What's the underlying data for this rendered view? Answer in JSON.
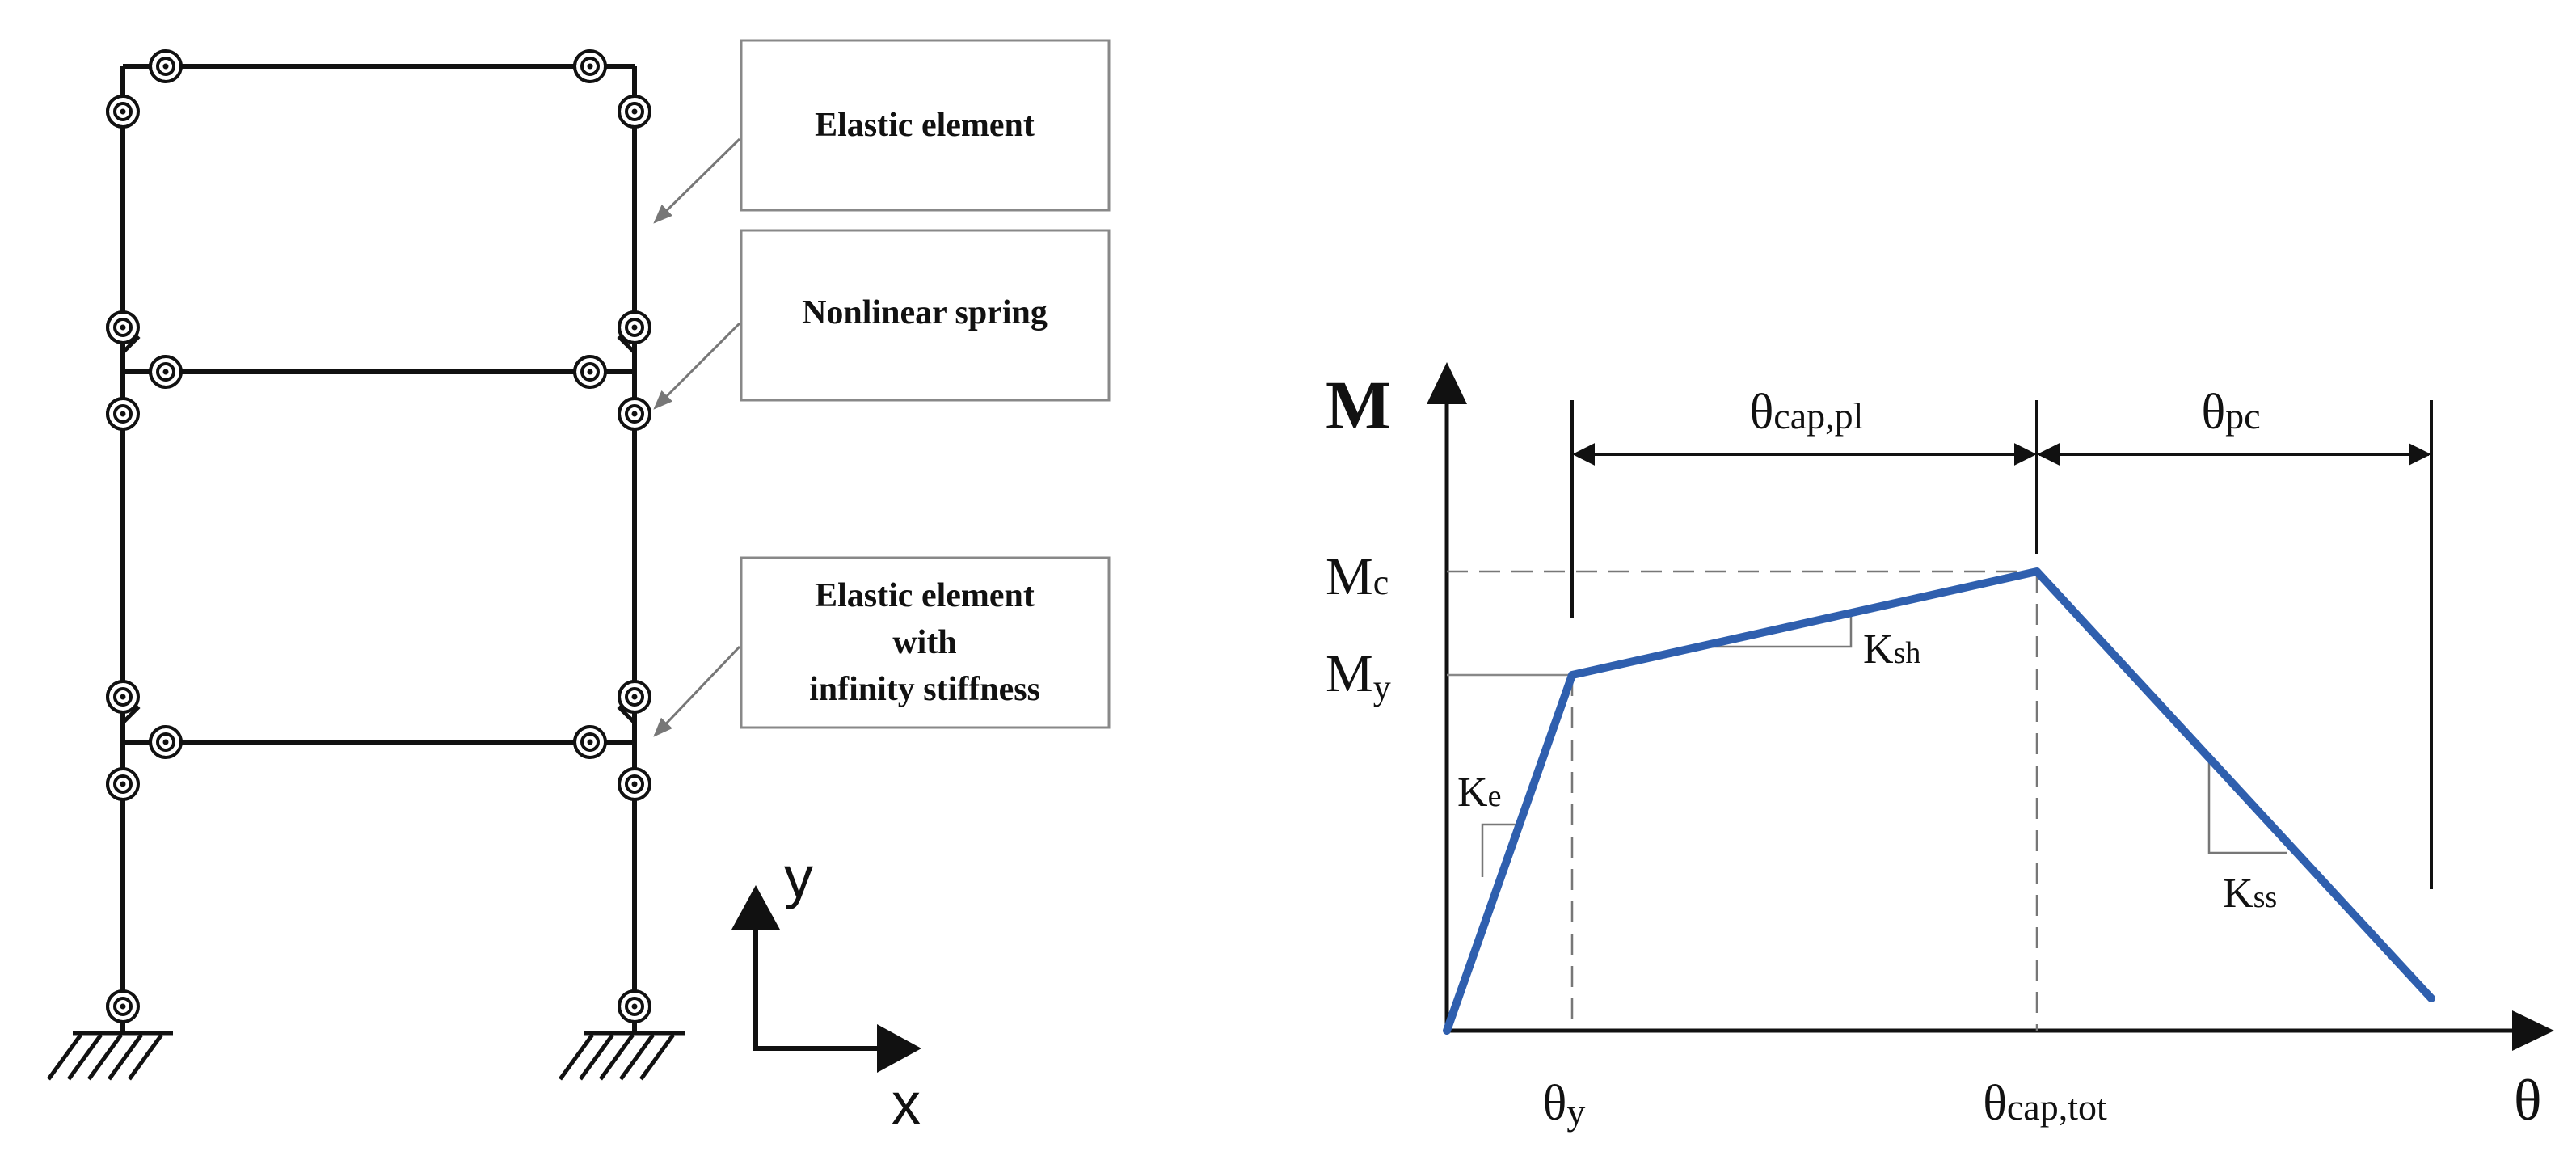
{
  "frame_diagram": {
    "labels": {
      "elastic_element": "Elastic element",
      "nonlinear_spring": "Nonlinear spring",
      "rigid_element_line1": "Elastic element",
      "rigid_element_line2": "with",
      "rigid_element_line3": "infinity stiffness"
    },
    "axes": {
      "x": "x",
      "y": "y"
    }
  },
  "moment_rotation_curve": {
    "axis_labels": {
      "y": "M",
      "x": "θ"
    },
    "moment_labels": {
      "capping": {
        "base": "M",
        "sub": "c"
      },
      "yield": {
        "base": "M",
        "sub": "y"
      }
    },
    "rotation_labels": {
      "yield": {
        "base": "θ",
        "sub": "y"
      },
      "cap_total": {
        "base": "θ",
        "sub": "cap,tot"
      },
      "cap_plastic": {
        "base": "θ",
        "sub": "cap,pl"
      },
      "post_capping": {
        "base": "θ",
        "sub": "pc"
      }
    },
    "stiffness_labels": {
      "elastic": {
        "base": "K",
        "sub": "e"
      },
      "strain_hardening": {
        "base": "K",
        "sub": "sh"
      },
      "softening": {
        "base": "K",
        "sub": "ss"
      }
    },
    "curve_color": "#2f5fae"
  }
}
